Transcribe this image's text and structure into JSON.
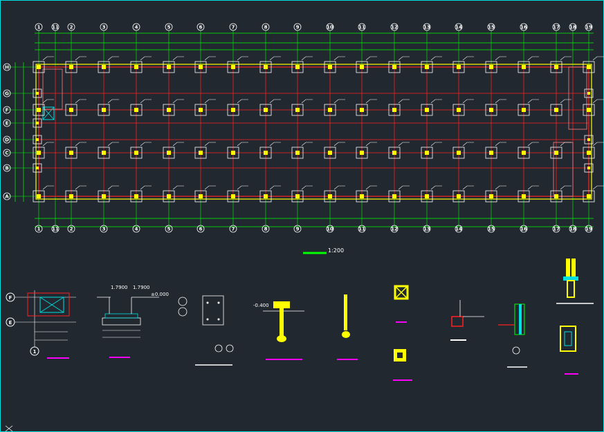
{
  "drawing": {
    "scale_label": "1:200",
    "top_axes": [
      "1",
      "11",
      "2",
      "3",
      "4",
      "5",
      "6",
      "7",
      "8",
      "9",
      "10",
      "11",
      "12",
      "13",
      "14",
      "15",
      "16",
      "17",
      "18",
      "19"
    ],
    "row_axes": [
      "H",
      "G",
      "F",
      "E",
      "D",
      "C",
      "B",
      "A"
    ],
    "detail_axes": [
      "F",
      "E",
      "1"
    ],
    "elevation_labels": [
      "-0.400",
      "±0.000"
    ],
    "tag_labels": [
      "1.7900",
      "1.7900"
    ]
  },
  "colors": {
    "background": "#212830",
    "grid_green": "#00ff00",
    "grid_red": "#ff2020",
    "wall_yellow": "#ffff00",
    "white": "#ffffff",
    "magenta": "#ff00ff",
    "cyan": "#00e0e0"
  }
}
